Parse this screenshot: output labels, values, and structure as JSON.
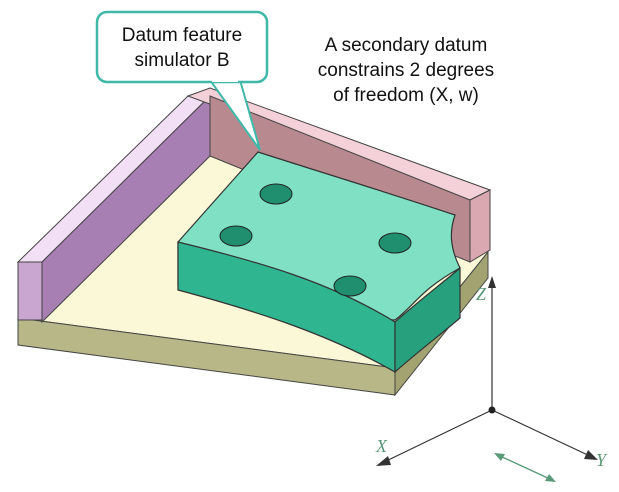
{
  "callout": {
    "line1": "Datum feature",
    "line2": "simulator B"
  },
  "description": {
    "line1": "A secondary datum",
    "line2": "constrains 2 degrees",
    "line3": "of freedom (X, w)"
  },
  "axes": {
    "z_label": "Z",
    "x_label": "X",
    "y_label": "Y"
  },
  "colors": {
    "simulator_face": "#7fe0c3",
    "simulator_side": "#2fb58f",
    "base_top": "#fbf8d8",
    "base_side": "#b7b787",
    "wall_left": "#e3c8e9",
    "wall_back": "#f1c7cf",
    "callout_border": "#3fb8a8",
    "axis_green": "#5a9a78"
  }
}
